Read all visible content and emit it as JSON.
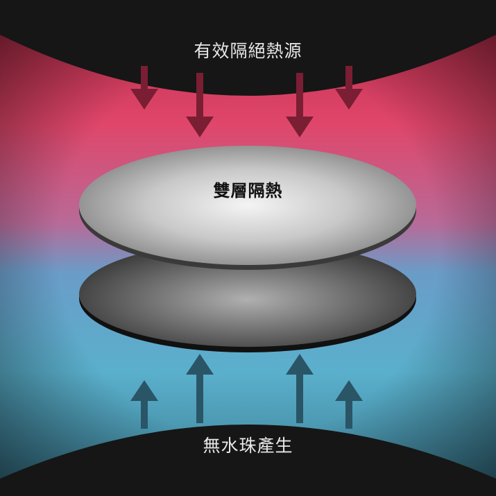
{
  "labels": {
    "top": "有效隔絕熱源",
    "disc": "雙層隔熱",
    "bottom": "無水珠產生"
  },
  "colors": {
    "hot": "#e0466a",
    "cold": "#5ab0cc",
    "hot_arrow": "#7a1e34",
    "cold_arrow": "#2a5566",
    "dark": "#161616"
  }
}
